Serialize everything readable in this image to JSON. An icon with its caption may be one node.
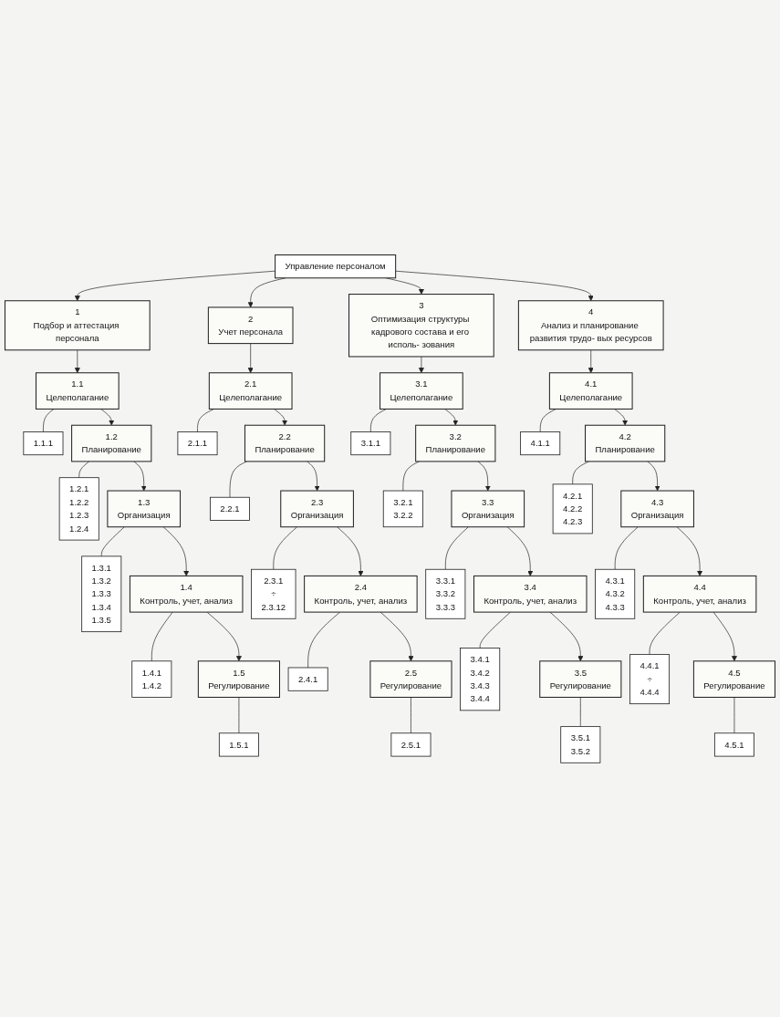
{
  "diagram": {
    "nodes": [
      {
        "text": [
          "Управление персоналом"
        ]
      },
      {
        "text": [
          "1",
          "Подбор и аттестация персонала"
        ]
      },
      {
        "text": [
          "2",
          "Учет персонала"
        ]
      },
      {
        "text": [
          "3",
          "Оптимизация структуры кадрового состава и его исполь- зования"
        ]
      },
      {
        "text": [
          "4",
          "Анализ и планирование развития трудо- вых ресурсов"
        ]
      },
      {
        "text": [
          "1.1",
          "Целеполагание"
        ]
      },
      {
        "text": [
          "2.1",
          "Целеполагание"
        ]
      },
      {
        "text": [
          "3.1",
          "Целеполагание"
        ]
      },
      {
        "text": [
          "4.1",
          "Целеполагание"
        ]
      },
      {
        "text": [
          "1.1.1"
        ]
      },
      {
        "text": [
          "2.1.1"
        ]
      },
      {
        "text": [
          "3.1.1"
        ]
      },
      {
        "text": [
          "4.1.1"
        ]
      },
      {
        "text": [
          "1.2",
          "Планирование"
        ]
      },
      {
        "text": [
          "2.2",
          "Планирование"
        ]
      },
      {
        "text": [
          "3.2",
          "Планирование"
        ]
      },
      {
        "text": [
          "4.2",
          "Планирование"
        ]
      },
      {
        "text": [
          "1.2.1",
          "1.2.2",
          "1.2.3",
          "1.2.4"
        ]
      },
      {
        "text": [
          "2.2.1"
        ]
      },
      {
        "text": [
          "3.2.1",
          "3.2.2"
        ]
      },
      {
        "text": [
          "4.2.1",
          "4.2.2",
          "4.2.3"
        ]
      },
      {
        "text": [
          "1.3",
          "Организация"
        ]
      },
      {
        "text": [
          "2.3",
          "Организация"
        ]
      },
      {
        "text": [
          "3.3",
          "Организация"
        ]
      },
      {
        "text": [
          "4.3",
          "Организация"
        ]
      },
      {
        "text": [
          "1.3.1",
          "1.3.2",
          "1.3.3",
          "1.3.4",
          "1.3.5"
        ]
      },
      {
        "text": [
          "2.3.1",
          "÷",
          "2.3.12"
        ]
      },
      {
        "text": [
          "3.3.1",
          "3.3.2",
          "3.3.3"
        ]
      },
      {
        "text": [
          "4.3.1",
          "4.3.2",
          "4.3.3"
        ]
      },
      {
        "text": [
          "1.4",
          "Контроль, учет, анализ"
        ]
      },
      {
        "text": [
          "2.4",
          "Контроль, учет, анализ"
        ]
      },
      {
        "text": [
          "3.4",
          "Контроль, учет, анализ"
        ]
      },
      {
        "text": [
          "4.4",
          "Контроль, учет, анализ"
        ]
      },
      {
        "text": [
          "1.4.1",
          "1.4.2"
        ]
      },
      {
        "text": [
          "2.4.1"
        ]
      },
      {
        "text": [
          "3.4.1",
          "3.4.2",
          "3.4.3",
          "3.4.4"
        ]
      },
      {
        "text": [
          "4.4.1",
          "÷",
          "4.4.4"
        ]
      },
      {
        "text": [
          "1.5",
          "Регулирование"
        ]
      },
      {
        "text": [
          "2.5",
          "Регулирование"
        ]
      },
      {
        "text": [
          "3.5",
          "Регулирование"
        ]
      },
      {
        "text": [
          "4.5",
          "Регулирование"
        ]
      },
      {
        "text": [
          "1.5.1"
        ]
      },
      {
        "text": [
          "2.5.1"
        ]
      },
      {
        "text": [
          "3.5.1",
          "3.5.2"
        ]
      },
      {
        "text": [
          "4.5.1"
        ]
      }
    ],
    "edges": [
      {
        "from": 0,
        "to": 1,
        "arrow": "to"
      },
      {
        "from": 0,
        "to": 2,
        "arrow": "to"
      },
      {
        "from": 0,
        "to": 3,
        "arrow": "to"
      },
      {
        "from": 0,
        "to": 4,
        "arrow": "to"
      },
      {
        "from": 1,
        "to": 5,
        "arrow": "to"
      },
      {
        "from": 5,
        "to": 9,
        "arrow": "none"
      },
      {
        "from": 5,
        "to": 13,
        "arrow": "to"
      },
      {
        "from": 13,
        "to": 17,
        "arrow": "none"
      },
      {
        "from": 13,
        "to": 21,
        "arrow": "to"
      },
      {
        "from": 21,
        "to": 25,
        "arrow": "none"
      },
      {
        "from": 21,
        "to": 29,
        "arrow": "to"
      },
      {
        "from": 29,
        "to": 33,
        "arrow": "none"
      },
      {
        "from": 29,
        "to": 37,
        "arrow": "to"
      },
      {
        "from": 37,
        "to": 41,
        "arrow": "none"
      },
      {
        "from": 2,
        "to": 6,
        "arrow": "to"
      },
      {
        "from": 6,
        "to": 10,
        "arrow": "none"
      },
      {
        "from": 6,
        "to": 14,
        "arrow": "to"
      },
      {
        "from": 14,
        "to": 18,
        "arrow": "none"
      },
      {
        "from": 14,
        "to": 22,
        "arrow": "to"
      },
      {
        "from": 22,
        "to": 26,
        "arrow": "none"
      },
      {
        "from": 22,
        "to": 30,
        "arrow": "to"
      },
      {
        "from": 30,
        "to": 34,
        "arrow": "none"
      },
      {
        "from": 30,
        "to": 38,
        "arrow": "to"
      },
      {
        "from": 38,
        "to": 42,
        "arrow": "none"
      },
      {
        "from": 3,
        "to": 7,
        "arrow": "to"
      },
      {
        "from": 7,
        "to": 11,
        "arrow": "none"
      },
      {
        "from": 7,
        "to": 15,
        "arrow": "to"
      },
      {
        "from": 15,
        "to": 19,
        "arrow": "none"
      },
      {
        "from": 15,
        "to": 23,
        "arrow": "to"
      },
      {
        "from": 23,
        "to": 27,
        "arrow": "none"
      },
      {
        "from": 23,
        "to": 31,
        "arrow": "to"
      },
      {
        "from": 31,
        "to": 35,
        "arrow": "none"
      },
      {
        "from": 31,
        "to": 39,
        "arrow": "to"
      },
      {
        "from": 39,
        "to": 43,
        "arrow": "none"
      },
      {
        "from": 4,
        "to": 8,
        "arrow": "to"
      },
      {
        "from": 8,
        "to": 12,
        "arrow": "none"
      },
      {
        "from": 8,
        "to": 16,
        "arrow": "to"
      },
      {
        "from": 16,
        "to": 20,
        "arrow": "none"
      },
      {
        "from": 16,
        "to": 24,
        "arrow": "to"
      },
      {
        "from": 24,
        "to": 28,
        "arrow": "none"
      },
      {
        "from": 24,
        "to": 32,
        "arrow": "to"
      },
      {
        "from": 32,
        "to": 36,
        "arrow": "none"
      },
      {
        "from": 32,
        "to": 40,
        "arrow": "to"
      },
      {
        "from": 40,
        "to": 44,
        "arrow": "none"
      }
    ]
  }
}
